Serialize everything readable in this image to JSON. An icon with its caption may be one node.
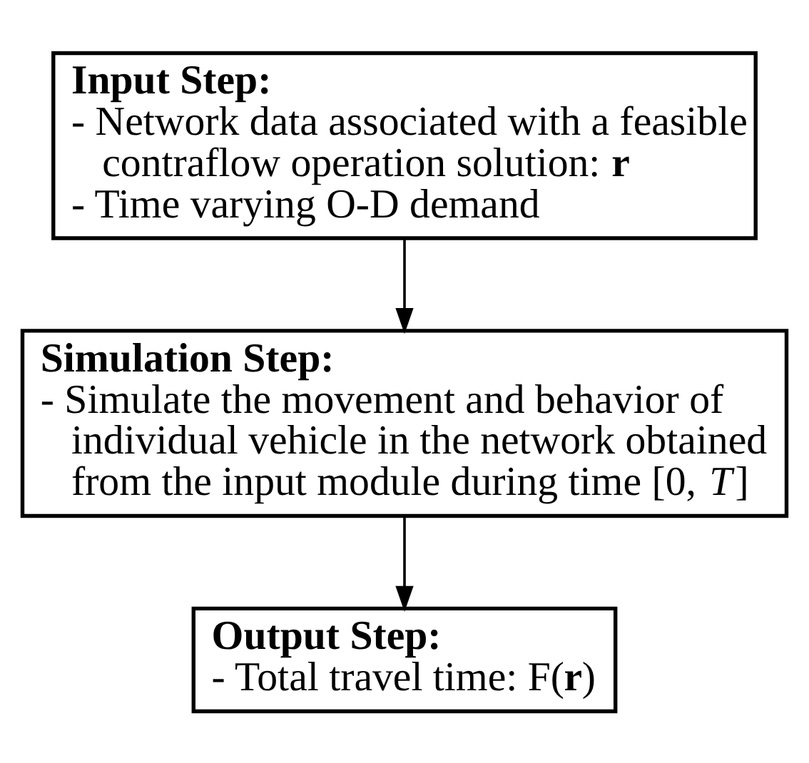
{
  "diagram": {
    "nodes": [
      {
        "text": [
          "Input Step:",
          "- Network data associated with a feasible contraflow operation solution: **r**",
          "- Time varying O-D demand"
        ]
      },
      {
        "text": [
          "Simulation Step:",
          "- Simulate the movement and behavior of individual vehicle in the network obtained from the input module during time [0, *T*]"
        ]
      },
      {
        "text": [
          "Output Step:",
          "- Total travel time: F(**r**)"
        ]
      }
    ],
    "edges": [
      {
        "from": 0,
        "to": 1,
        "arrow": "to"
      },
      {
        "from": 1,
        "to": 2,
        "arrow": "to"
      }
    ]
  }
}
